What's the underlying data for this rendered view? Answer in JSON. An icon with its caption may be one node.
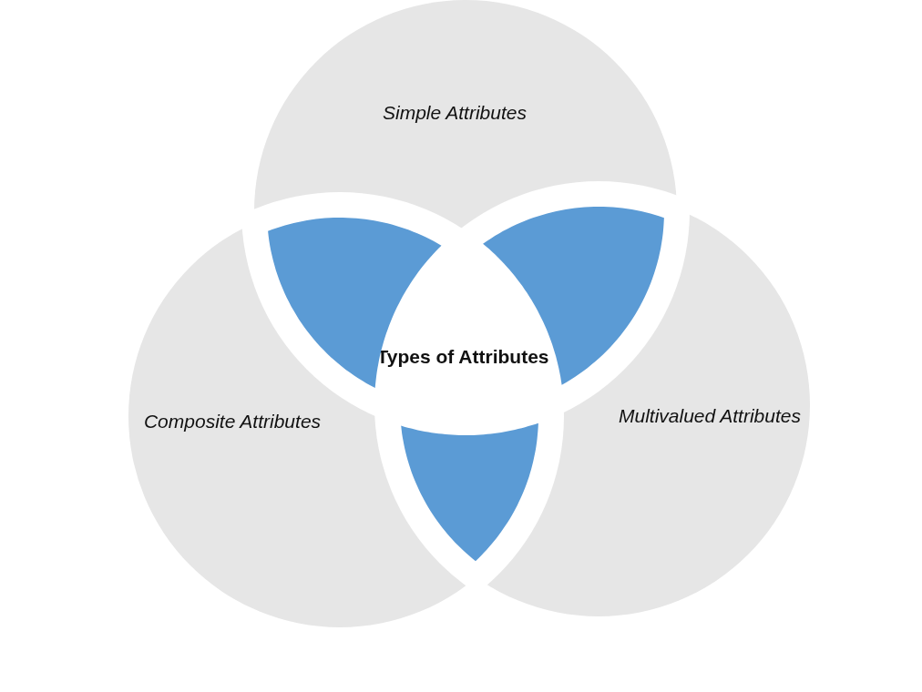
{
  "diagram": {
    "nodes": [
      {
        "text": [
          "Simple Attributes"
        ]
      },
      {
        "text": [
          "Composite Attributes"
        ]
      },
      {
        "text": [
          "Multivalued Attributes"
        ]
      },
      {
        "text": [
          "Types of Attributes"
        ]
      },
      {
        "text": [],
        "shape": "lens"
      },
      {
        "text": [],
        "shape": "lens"
      },
      {
        "text": [],
        "shape": "lens"
      }
    ],
    "edges": []
  }
}
